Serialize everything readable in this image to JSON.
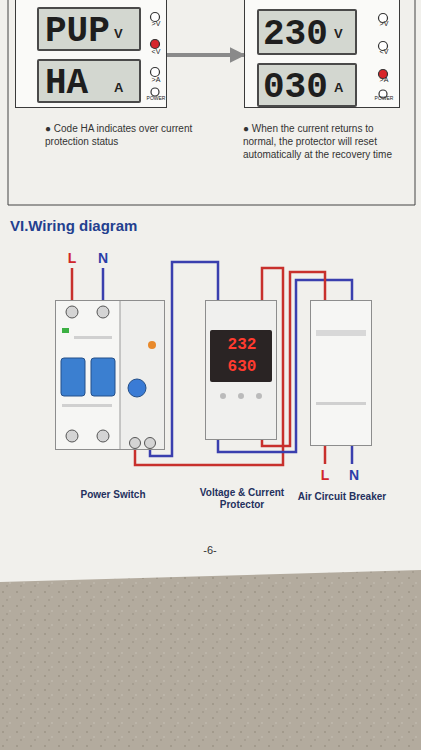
{
  "diagram": {
    "title": "VI.Wiring diagram",
    "nodes": [
      {
        "text": [
          "V",
          "A",
          ">V",
          "<V",
          ">A",
          "POWER"
        ]
      },
      {
        "text": [
          "PUP"
        ],
        "in": 0
      },
      {
        "text": [
          "HA"
        ],
        "in": 0
      },
      {
        "text": [
          "V",
          "A",
          ">V",
          "<V",
          ">A",
          "POWER"
        ]
      },
      {
        "text": [
          "230"
        ],
        "in": 3
      },
      {
        "text": [
          "030"
        ],
        "in": 3
      },
      {
        "text": [
          "Power Switch"
        ]
      },
      {
        "text": [
          "Voltage & Current Protector",
          "232",
          "630"
        ]
      },
      {
        "text": [
          "Air Circuit Breaker"
        ]
      }
    ],
    "edges": [
      {
        "from": 0,
        "to": 3,
        "arrow": "to"
      },
      {
        "from": 6,
        "to": 7,
        "arrow": "none"
      },
      {
        "from": 6,
        "to": 7,
        "arrow": "none"
      },
      {
        "from": 7,
        "to": 8,
        "arrow": "none"
      },
      {
        "from": 7,
        "to": 8,
        "arrow": "none"
      }
    ],
    "labels": [
      "● Code HA indicates over current protection status",
      "● When the current returns to normal, the protector will reset automatically at the recovery time",
      "L",
      "N",
      "L",
      "N",
      "-6-"
    ]
  }
}
